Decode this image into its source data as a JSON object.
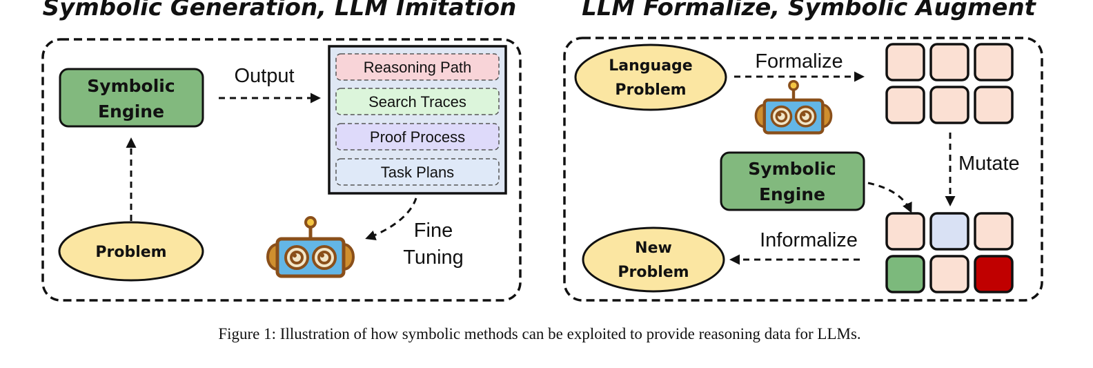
{
  "left_panel": {
    "title": "Symbolic Generation, LLM Imitation",
    "symbolic_engine": [
      "Symbolic",
      "Engine"
    ],
    "problem": "Problem",
    "output_label": "Output",
    "outputs": [
      "Reasoning Path",
      "Search Traces",
      "Proof Process",
      "Task Plans"
    ],
    "fine_tuning": [
      "Fine",
      "Tuning"
    ]
  },
  "right_panel": {
    "title": "LLM Formalize, Symbolic Augment",
    "language_problem": [
      "Language",
      "Problem"
    ],
    "formalize_label": "Formalize",
    "mutate_label": "Mutate",
    "symbolic_engine": [
      "Symbolic",
      "Engine"
    ],
    "informalize_label": "Informalize",
    "new_problem": [
      "New",
      "Problem"
    ]
  },
  "caption": "Figure 1: Illustration of how symbolic methods can be exploited to provide reasoning data for LLMs.",
  "colors": {
    "engine_green": "#82b97e",
    "problem_yellow": "#fbe6a2",
    "robot_blue": "#63b6e6",
    "robot_brown": "#8a4f1a",
    "robot_orange": "#cf8f2f",
    "output_panel_bg": "#dfe7f4",
    "item_pink": "#f8d4d8",
    "item_green": "#dcf5db",
    "item_purple": "#dedafa",
    "item_blue": "#dfe9f8",
    "tile_peach": "#fbe0d3",
    "tile_blue": "#d9e1f4",
    "tile_green": "#7cb97c",
    "tile_red": "#c00000"
  }
}
